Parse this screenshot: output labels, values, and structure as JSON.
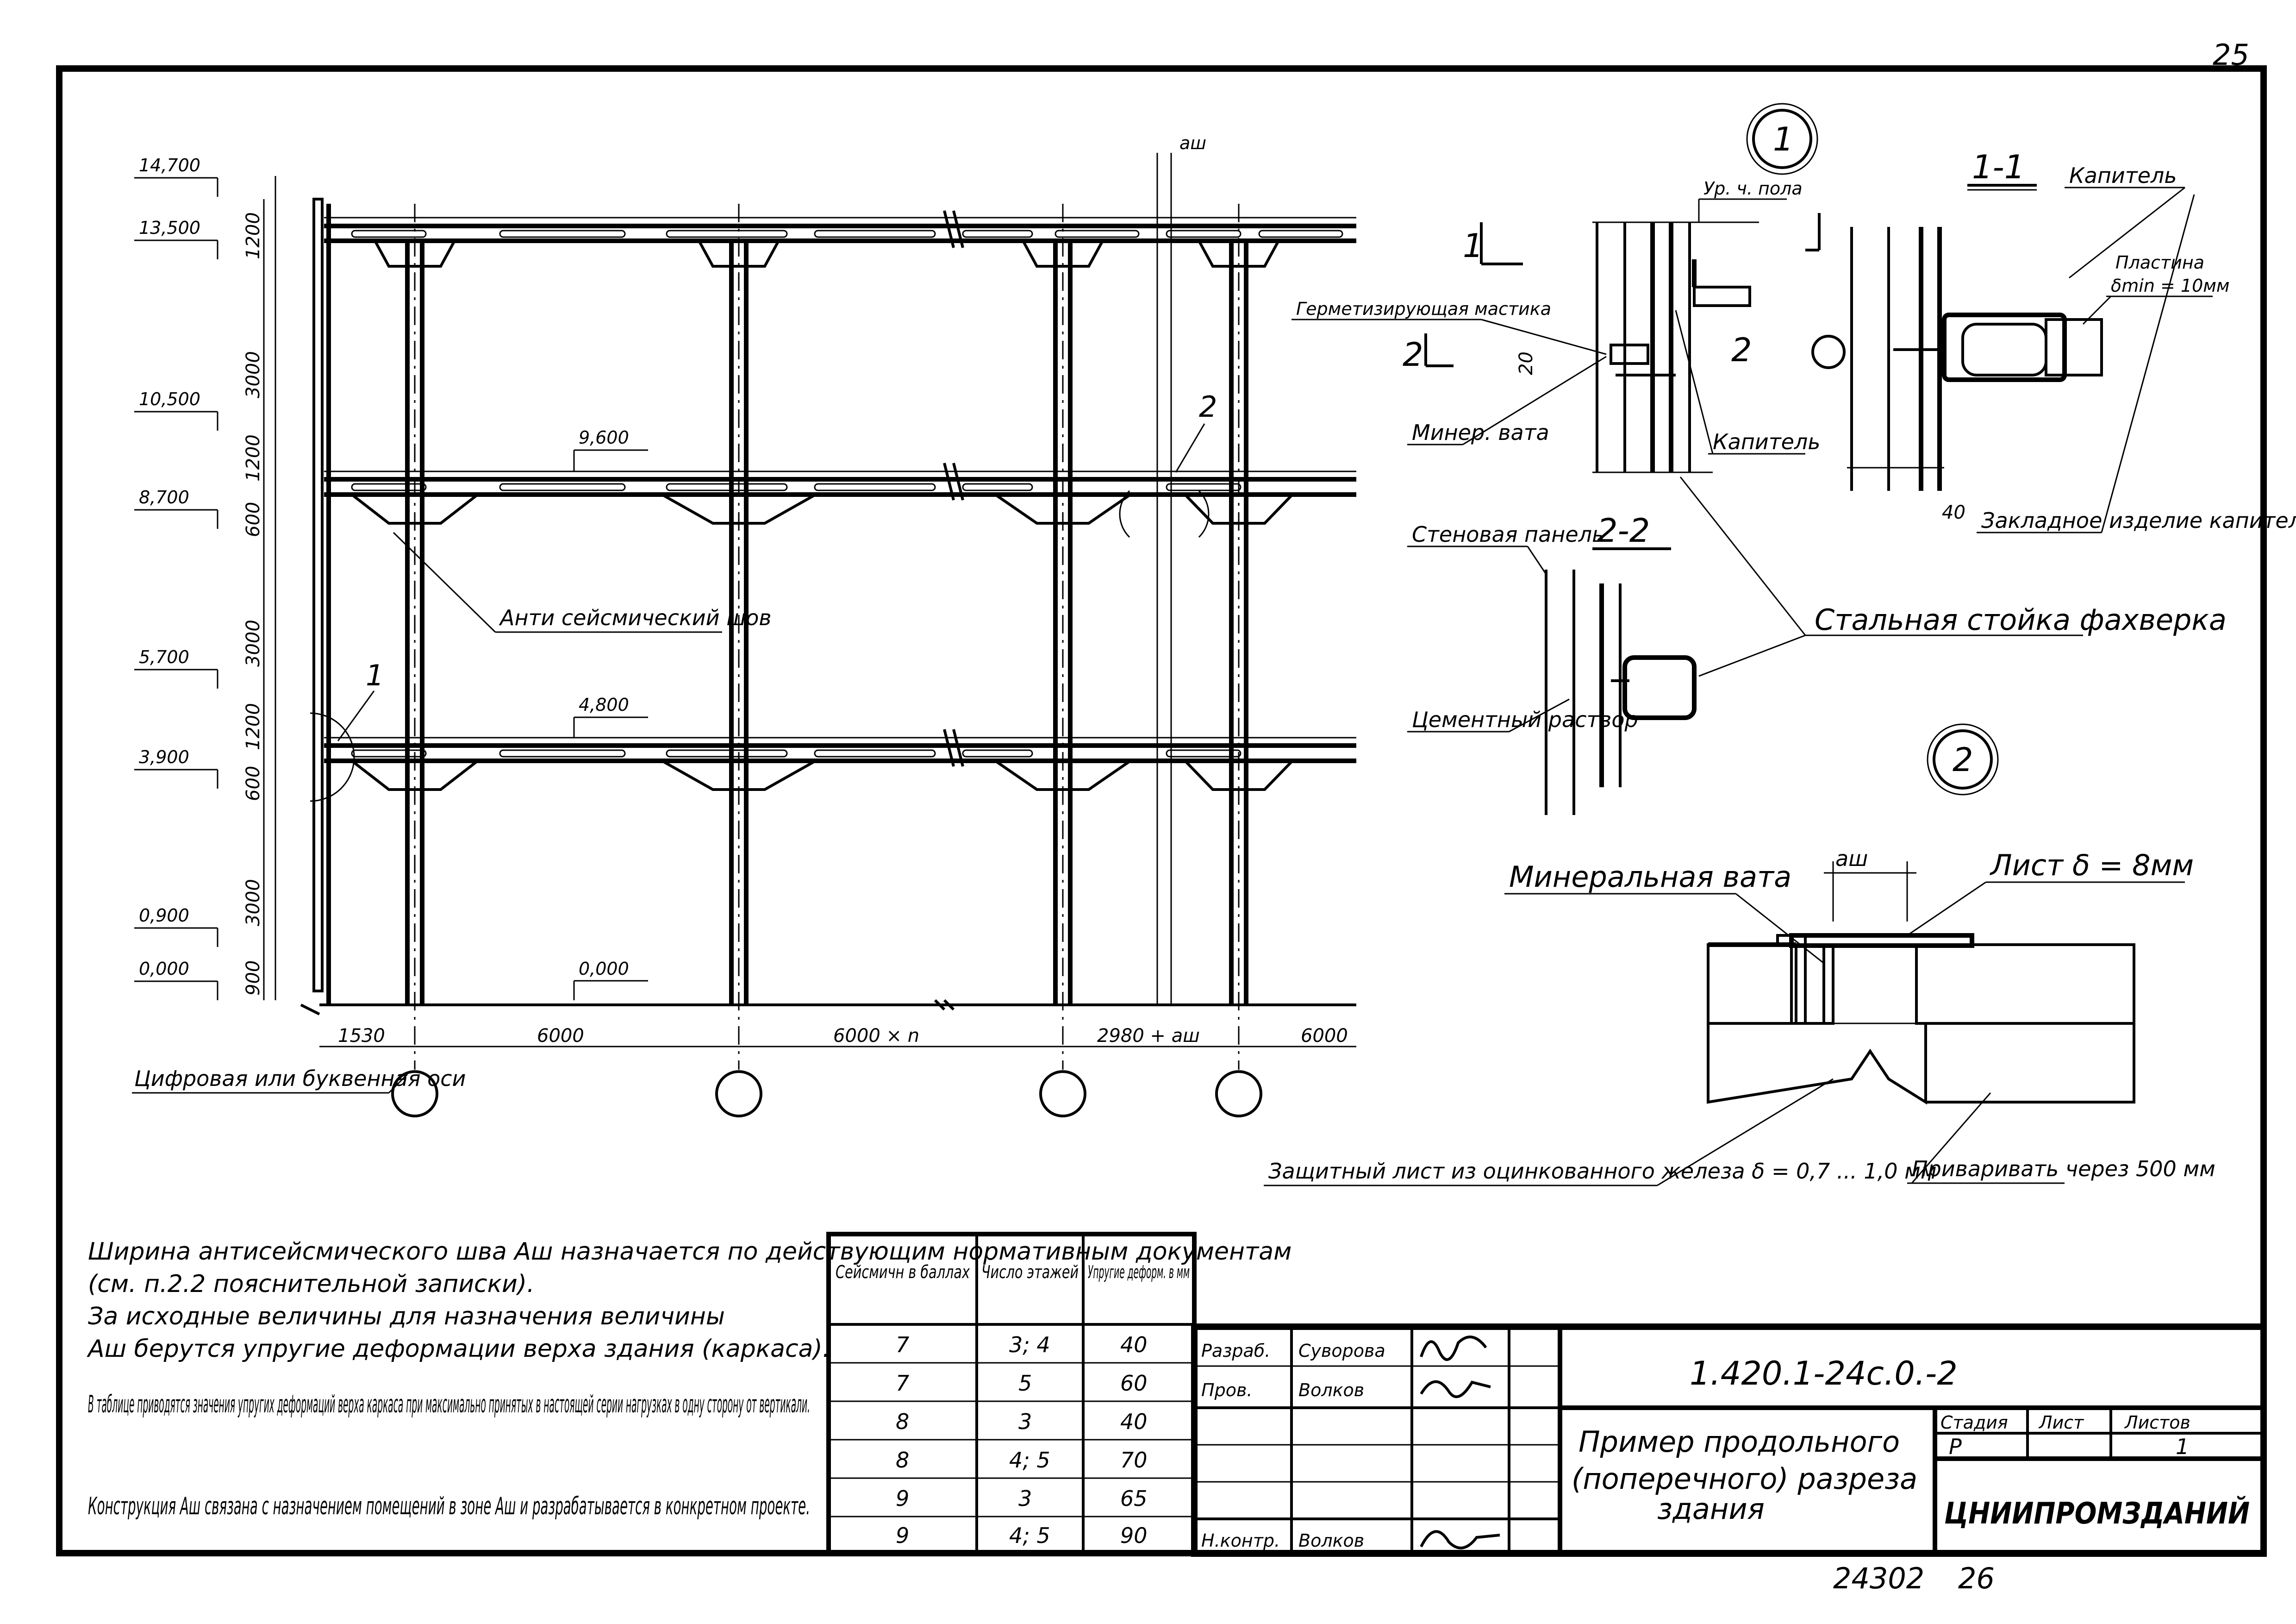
{
  "sheet_number": "25",
  "elevations": [
    "14,700",
    "13,500",
    "10,500",
    "8,700",
    "5,700",
    "3,900",
    "0,900",
    "0,000"
  ],
  "floor_levels": [
    "9,600",
    "4,800",
    "0,000"
  ],
  "vertical_dims": [
    "1200",
    "3000",
    "1200",
    "600",
    "3000",
    "1200",
    "600",
    "3000",
    "900"
  ],
  "horizontal_dims": [
    "1530",
    "6000",
    "6000 × n",
    "2980 + aш",
    "6000"
  ],
  "joint_width_label": "aш",
  "labels": {
    "joint_seam": "Анти сейсмический шов",
    "axis_marker": "Цифровая или буквенная оси",
    "callout_1": "1",
    "callout_2": "2"
  },
  "detail1": {
    "number": "1",
    "section_11": "1-1",
    "section_22": "2-2",
    "cut_1": "1",
    "cut_2": "2",
    "floor_level": "Ур. ч. пола",
    "sealing": "Герметизирующая мастика",
    "dim_20": "20",
    "mineral_wool": "Минер. вата",
    "capital": "Капитель",
    "wall_panel": "Стеновая панель",
    "cement_mortar": "Цементный раствор",
    "steel_post": "Стальная стойка фахверка"
  },
  "detail11": {
    "capital": "Капитель",
    "plate": "Пластина",
    "plate_thk": "δmin = 10мм",
    "embedded": "Закладное изделие капители",
    "dim_40": "40"
  },
  "detail2": {
    "number": "2",
    "mineral_wool": "Минеральная вата",
    "sheet": "Лист δ = 8мм",
    "joint": "aш",
    "protect_sheet": "Защитный лист из оцинкованного железа δ = 0,7 ... 1,0 мм",
    "weld": "Приваривать через 500 мм"
  },
  "note_lines": [
    "Ширина антисейсмического шва Aш назначается по действующим нормативным документам",
    "(см. п.2.2 пояснительной записки).",
    "За исходные величины для назначения величины",
    "Aш берутся упругие деформации верха здания (каркаса).",
    "В таблице приводятся значения упругих деформаций верха каркаса при максимально принятых в настоящей серии нагрузках в одну сторону от вертикали.",
    "Конструкция Aш связана с назначением помещений в зоне Aш и разрабатывается в конкретном проекте."
  ],
  "table": {
    "headers": [
      "Сейсмичн в баллах",
      "Число этажей",
      "Упругие деформ. в мм"
    ],
    "rows": [
      [
        "7",
        "3; 4",
        "40"
      ],
      [
        "7",
        "5",
        "60"
      ],
      [
        "8",
        "3",
        "40"
      ],
      [
        "8",
        "4; 5",
        "70"
      ],
      [
        "9",
        "3",
        "65"
      ],
      [
        "9",
        "4; 5",
        "90"
      ]
    ]
  },
  "stamp": {
    "code": "1.420.1-24с.0.-2",
    "title_lines": [
      "Пример продольного",
      "(поперечного) разреза",
      "здания"
    ],
    "roles": [
      "Разраб.",
      "Пров.",
      "Н.контр."
    ],
    "names": [
      "Суворова",
      "Волков",
      "Волков"
    ],
    "stage_header": "Стадия",
    "sheet_header": "Лист",
    "sheets_header": "Листов",
    "stage": "Р",
    "sheets": "1",
    "org": "ЦНИИПРОМЗДАНИЙ"
  },
  "footer": {
    "inv": "24302",
    "page": "26"
  }
}
